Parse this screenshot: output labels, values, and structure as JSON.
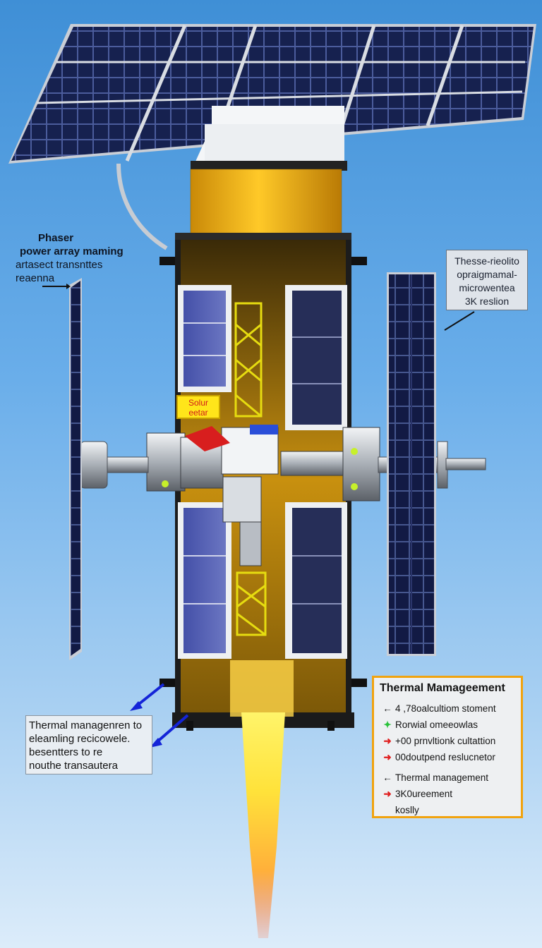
{
  "colors": {
    "sky_top": "#3f8fd6",
    "sky_bottom": "#dcecfa",
    "panel_cell": "#16214f",
    "gold_foil": "#f0b414",
    "thermal_border": "#f1a30f",
    "callout_arrow": "#1424d8"
  },
  "labels": {
    "top_left": {
      "line1": "Phaser",
      "line2": "power array maming",
      "line3": "artasect transnttes",
      "line4": "reaenna"
    },
    "right_box": {
      "line1": "Thesse-rieolito",
      "line2": "opraigmamal-",
      "line3": "microwentea",
      "line4": "3K  reslion"
    },
    "solar_tag": {
      "line1": "Solur",
      "line2": "eetar"
    },
    "bottom_left": {
      "line1": "Thermal managenren to",
      "line2": "eleamling recicowele.",
      "line3": "besentters  to  re",
      "line4": "nouthe transautera"
    },
    "thermal": {
      "title": "Thermal Mamageement",
      "items": [
        {
          "marker": "←",
          "text": "4 ,78oalcultiom stoment"
        },
        {
          "marker": "✦",
          "text": "Rorwial omeeowlas"
        },
        {
          "marker": "➜",
          "text": "+00 prnvltionk cultattion"
        },
        {
          "marker": "➜",
          "text": "00doutpend reslucnetor"
        },
        {
          "marker": "←",
          "text": "Thermal management"
        },
        {
          "marker": "➜",
          "text": "3K0ureement"
        },
        {
          "marker": "",
          "text": "koslly"
        }
      ]
    }
  }
}
